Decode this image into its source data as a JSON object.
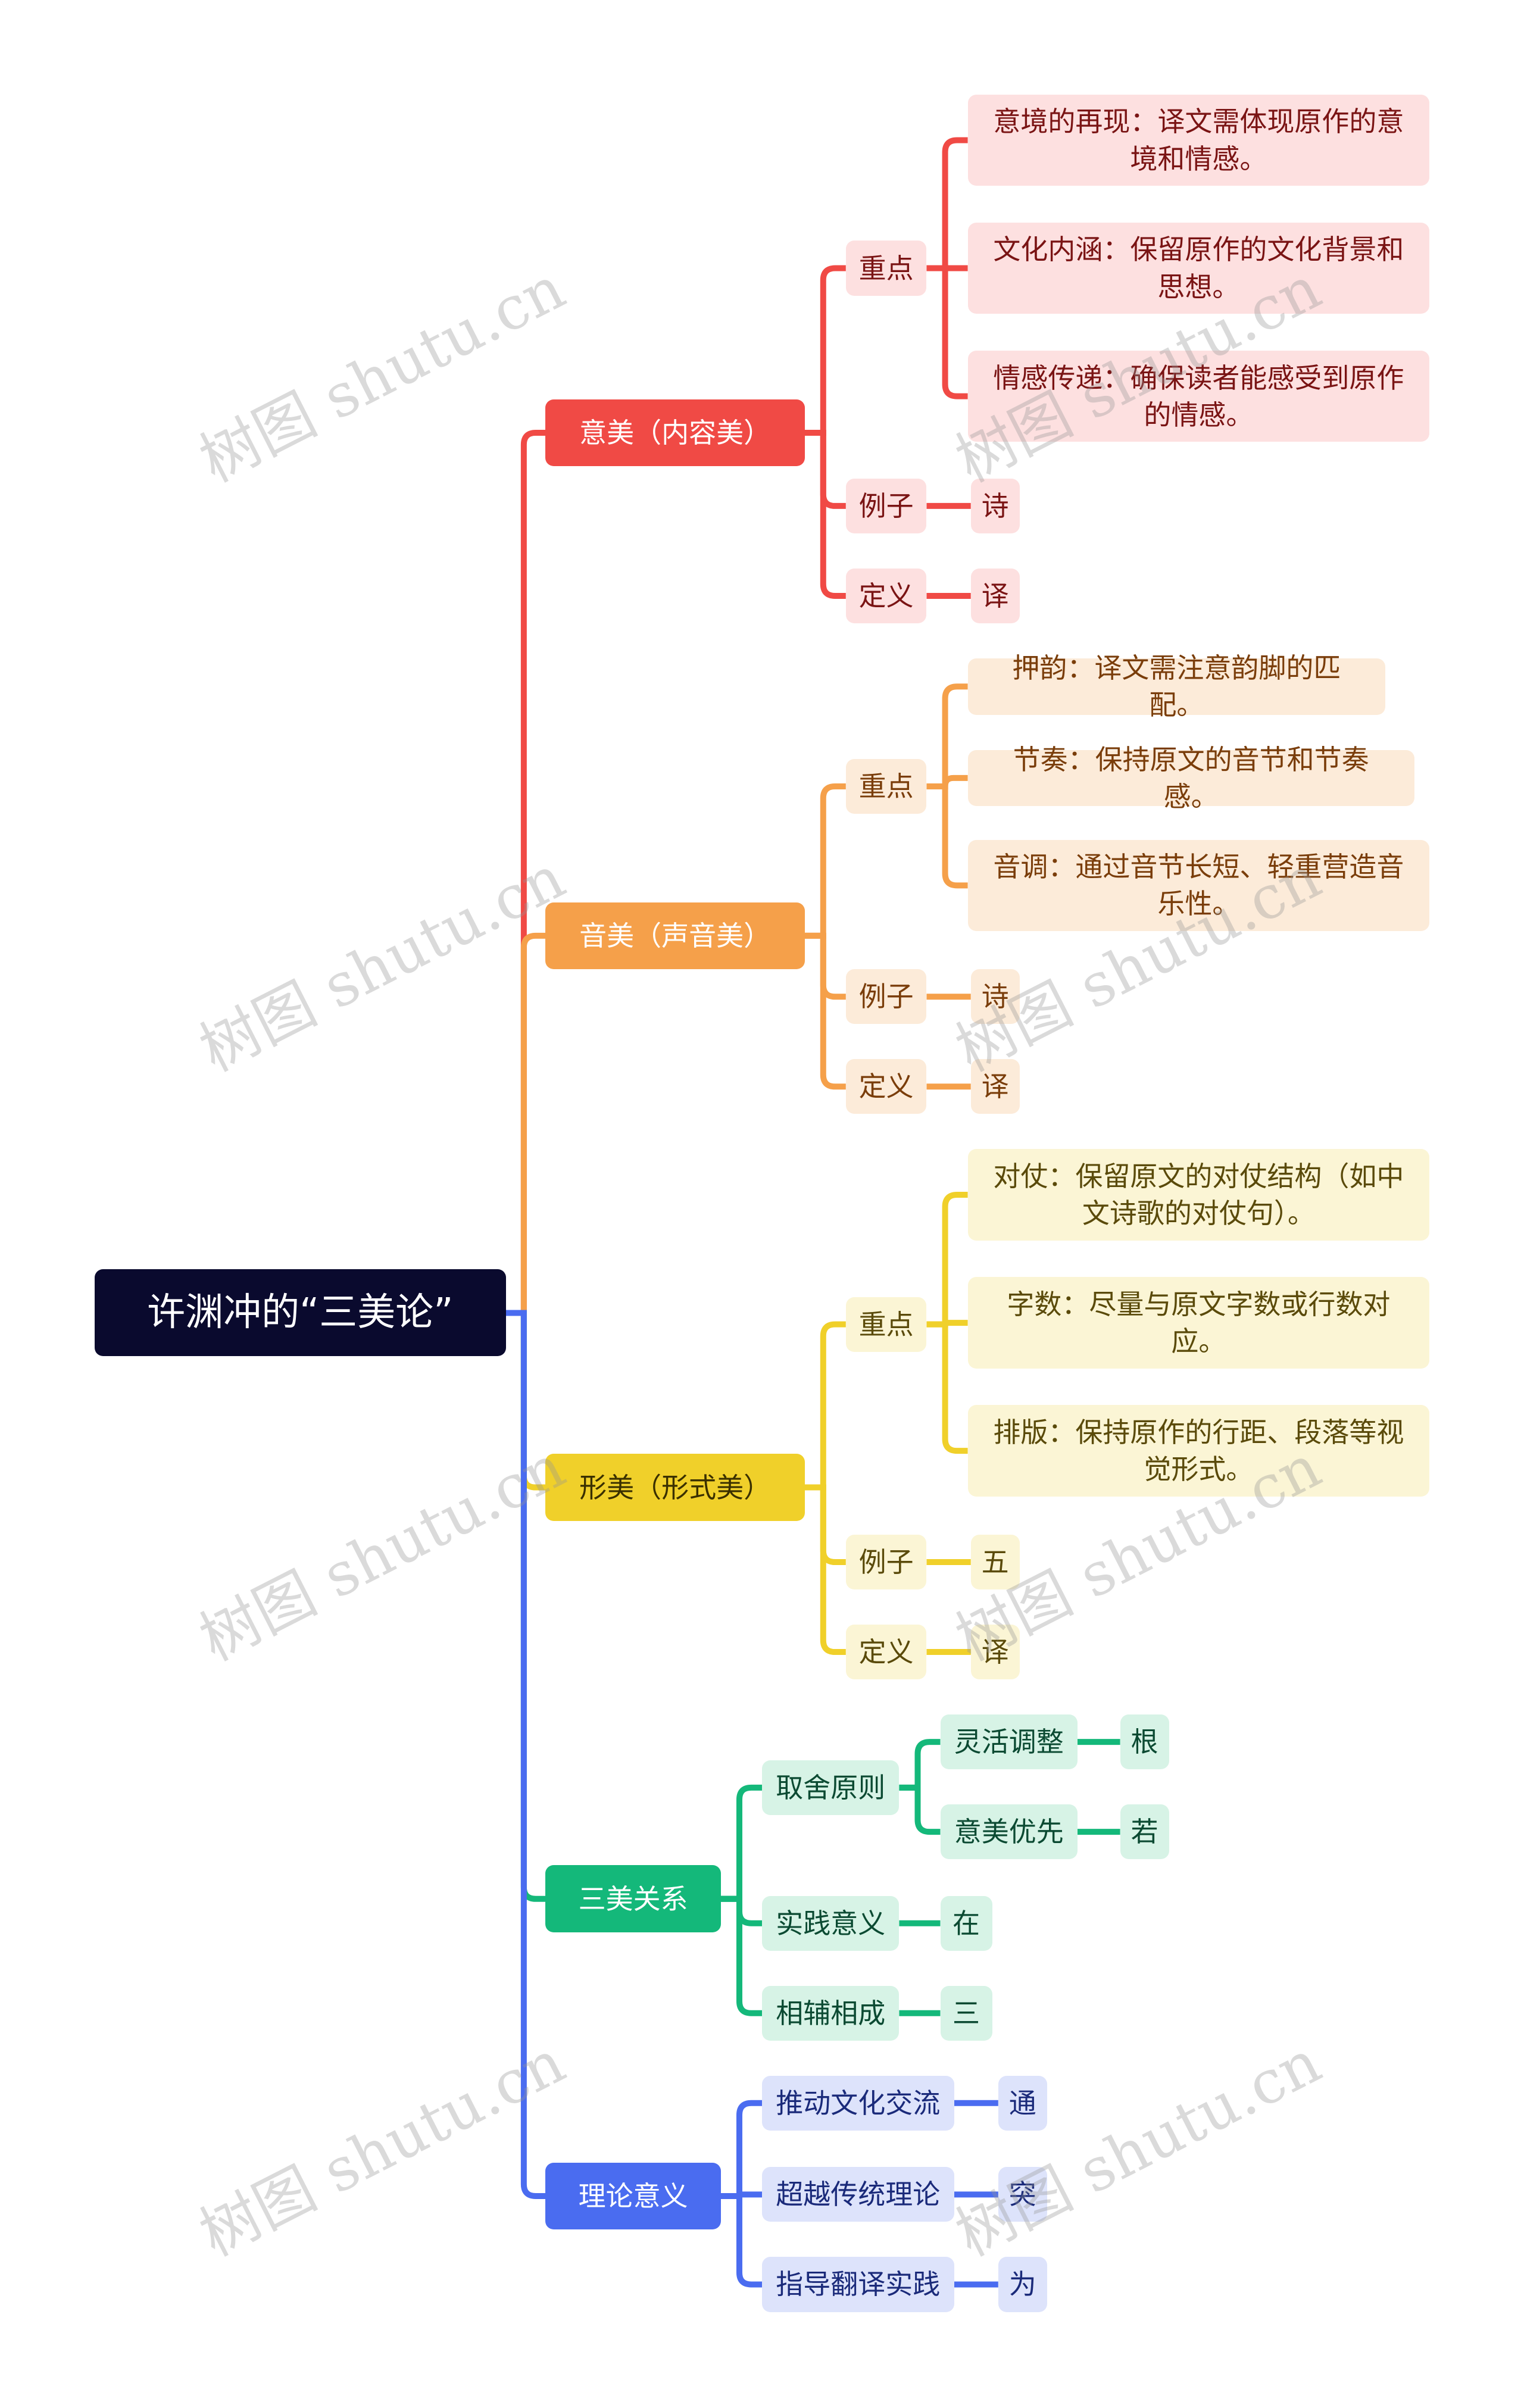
{
  "root": {
    "label": "许渊冲的“三美论”"
  },
  "watermark": "树图 shutu.cn",
  "branches": [
    {
      "label": "意美（内容美）",
      "color": "#f04a45",
      "light": "#fde0e0",
      "text": "#7a1414",
      "children": [
        {
          "label": "重点",
          "children": [
            {
              "label": "意境的再现：译文需体现原作的意境和情感。"
            },
            {
              "label": "文化内涵：保留原作的文化背景和思想。"
            },
            {
              "label": "情感传递：确保读者能感受到原作的情感。"
            }
          ]
        },
        {
          "label": "例子",
          "children": [
            {
              "label": "诗"
            }
          ]
        },
        {
          "label": "定义",
          "children": [
            {
              "label": "译"
            }
          ]
        }
      ]
    },
    {
      "label": "音美（声音美）",
      "color": "#f5a04a",
      "light": "#fcebd9",
      "text": "#7a3d0a",
      "children": [
        {
          "label": "重点",
          "children": [
            {
              "label": "押韵：译文需注意韵脚的匹配。"
            },
            {
              "label": "节奏：保持原文的音节和节奏感。"
            },
            {
              "label": "音调：通过音节长短、轻重营造音乐性。"
            }
          ]
        },
        {
          "label": "例子",
          "children": [
            {
              "label": "诗"
            }
          ]
        },
        {
          "label": "定义",
          "children": [
            {
              "label": "译"
            }
          ]
        }
      ]
    },
    {
      "label": "形美（形式美）",
      "color": "#f0d02a",
      "light": "#fbf5d5",
      "text": "#5a4a0a",
      "children": [
        {
          "label": "重点",
          "children": [
            {
              "label": "对仗：保留原文的对仗结构（如中文诗歌的对仗句）。"
            },
            {
              "label": "字数：尽量与原文字数或行数对应。"
            },
            {
              "label": "排版：保持原作的行距、段落等视觉形式。"
            }
          ]
        },
        {
          "label": "例子",
          "children": [
            {
              "label": "五"
            }
          ]
        },
        {
          "label": "定义",
          "children": [
            {
              "label": "译"
            }
          ]
        }
      ]
    },
    {
      "label": "三美关系",
      "color": "#14b87a",
      "light": "#d7f3e6",
      "text": "#0b4a32",
      "children": [
        {
          "label": "取舍原则",
          "children": [
            {
              "label": "灵活调整",
              "children": [
                {
                  "label": "根"
                }
              ]
            },
            {
              "label": "意美优先",
              "children": [
                {
                  "label": "若"
                }
              ]
            }
          ]
        },
        {
          "label": "实践意义",
          "children": [
            {
              "label": "在"
            }
          ]
        },
        {
          "label": "相辅相成",
          "children": [
            {
              "label": "三"
            }
          ]
        }
      ]
    },
    {
      "label": "理论意义",
      "color": "#4a6cf0",
      "light": "#dde3fb",
      "text": "#1a2a7a",
      "children": [
        {
          "label": "推动文化交流",
          "children": [
            {
              "label": "通"
            }
          ]
        },
        {
          "label": "超越传统理论",
          "children": [
            {
              "label": "突"
            }
          ]
        },
        {
          "label": "指导翻译实践",
          "children": [
            {
              "label": "为"
            }
          ]
        }
      ]
    }
  ]
}
